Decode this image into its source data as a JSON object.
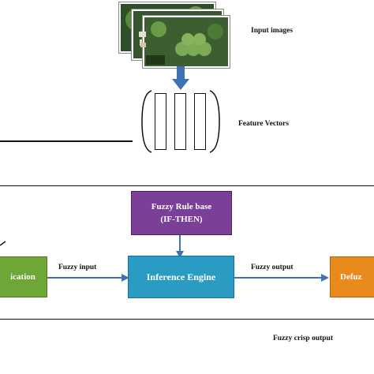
{
  "labels": {
    "input_images": "Input images",
    "feature_vectors": "Feature Vectors",
    "fuzzy_input": "Fuzzy input",
    "fuzzy_output": "Fuzzy output",
    "fuzzy_crisp_output": "Fuzzy crisp output"
  },
  "boxes": {
    "rule_base": {
      "line1": "Fuzzy Rule base",
      "line2": "(IF-THEN)",
      "color": "#7b3f98"
    },
    "fuzzification": {
      "label": "ication",
      "color": "#6ea637"
    },
    "inference": {
      "label": "Inference Engine",
      "color": "#2a9cc4"
    },
    "defuzzification": {
      "label": "Defuz",
      "color": "#e88a1c"
    }
  },
  "colors": {
    "arrow_down": "#3f72b5",
    "line": "#111111"
  }
}
